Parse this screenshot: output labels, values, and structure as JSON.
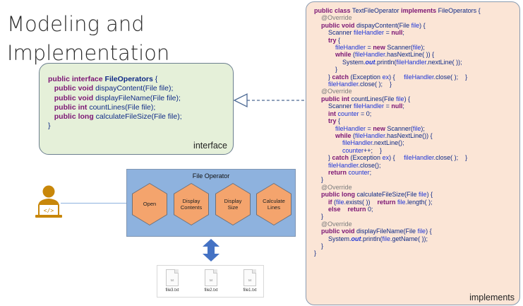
{
  "title": [
    "Modeling and",
    "Implementation"
  ],
  "interface": {
    "tag": "interface",
    "lines": [
      {
        "kw": "public interface ",
        "bold": "FileOperators",
        "rest": " {"
      },
      {
        "kw": "   public void ",
        "rest": "dispayContent(File file);"
      },
      {
        "kw": "   public void ",
        "rest": "displayFileName(File file);"
      },
      {
        "kw": "   public int ",
        "rest": "countLines(File file);"
      },
      {
        "kw": "   public long ",
        "rest": "calculateFileSize(File file);"
      },
      {
        "rest": "}"
      }
    ]
  },
  "implementation": {
    "tag": "implements",
    "code": [
      [
        [
          "k",
          "public class "
        ],
        [
          "t",
          "TextFileOperator "
        ],
        [
          "k",
          "implements "
        ],
        [
          "t",
          "FileOperators {"
        ]
      ],
      [
        [
          "t",
          "    "
        ],
        [
          "a",
          "@Override"
        ]
      ],
      [
        [
          "t",
          "    "
        ],
        [
          "k",
          "public void "
        ],
        [
          "t",
          "dispayContent(File "
        ],
        [
          "v",
          "file"
        ],
        [
          "t",
          ") {"
        ]
      ],
      [
        [
          "t",
          "        Scanner "
        ],
        [
          "v",
          "fileHandler"
        ],
        [
          "t",
          " = "
        ],
        [
          "k",
          "null"
        ],
        [
          "t",
          ";"
        ]
      ],
      [
        [
          "t",
          "        "
        ],
        [
          "k",
          "try"
        ],
        [
          "t",
          " {"
        ]
      ],
      [
        [
          "t",
          "            "
        ],
        [
          "v",
          "fileHandler"
        ],
        [
          "t",
          " = "
        ],
        [
          "k",
          "new "
        ],
        [
          "t",
          "Scanner("
        ],
        [
          "v",
          "file"
        ],
        [
          "t",
          ");"
        ]
      ],
      [
        [
          "t",
          "            "
        ],
        [
          "k",
          "while "
        ],
        [
          "t",
          "("
        ],
        [
          "v",
          "fileHandler"
        ],
        [
          "t",
          ".hasNextLine( )) {"
        ]
      ],
      [
        [
          "t",
          "                System."
        ],
        [
          "f",
          "out"
        ],
        [
          "t",
          ".println("
        ],
        [
          "v",
          "fileHandler"
        ],
        [
          "t",
          ".nextLine( ));"
        ]
      ],
      [
        [
          "t",
          "            }"
        ]
      ],
      [
        [
          "t",
          "        } "
        ],
        [
          "k",
          "catch "
        ],
        [
          "t",
          "(Exception "
        ],
        [
          "v",
          "ex"
        ],
        [
          "t",
          ") {     "
        ],
        [
          "v",
          "fileHandler"
        ],
        [
          "t",
          ".close( );    }"
        ]
      ],
      [
        [
          "t",
          "        "
        ],
        [
          "v",
          "fileHandler"
        ],
        [
          "t",
          ".close( );    }"
        ]
      ],
      [
        [
          "t",
          "    "
        ],
        [
          "a",
          "@Override"
        ]
      ],
      [
        [
          "t",
          "    "
        ],
        [
          "k",
          "public int "
        ],
        [
          "t",
          "countLines(File "
        ],
        [
          "v",
          "file"
        ],
        [
          "t",
          ") {"
        ]
      ],
      [
        [
          "t",
          "        Scanner "
        ],
        [
          "v",
          "fileHandler"
        ],
        [
          "t",
          " = "
        ],
        [
          "k",
          "null"
        ],
        [
          "t",
          ";"
        ]
      ],
      [
        [
          "t",
          "        "
        ],
        [
          "k",
          "int "
        ],
        [
          "v",
          "counter"
        ],
        [
          "t",
          " = 0;"
        ]
      ],
      [
        [
          "t",
          "        "
        ],
        [
          "k",
          "try"
        ],
        [
          "t",
          " {"
        ]
      ],
      [
        [
          "t",
          "            "
        ],
        [
          "v",
          "fileHandler"
        ],
        [
          "t",
          " = "
        ],
        [
          "k",
          "new "
        ],
        [
          "t",
          "Scanner("
        ],
        [
          "v",
          "file"
        ],
        [
          "t",
          ");"
        ]
      ],
      [
        [
          "t",
          "            "
        ],
        [
          "k",
          "while "
        ],
        [
          "t",
          "("
        ],
        [
          "v",
          "fileHandler"
        ],
        [
          "t",
          ".hasNextLine()) {"
        ]
      ],
      [
        [
          "t",
          "                "
        ],
        [
          "v",
          "fileHandler"
        ],
        [
          "t",
          ".nextLine();"
        ]
      ],
      [
        [
          "t",
          "                "
        ],
        [
          "v",
          "counter"
        ],
        [
          "t",
          "++;    }"
        ]
      ],
      [
        [
          "t",
          "        } "
        ],
        [
          "k",
          "catch "
        ],
        [
          "t",
          "(Exception "
        ],
        [
          "v",
          "ex"
        ],
        [
          "t",
          ") {     "
        ],
        [
          "v",
          "fileHandler"
        ],
        [
          "t",
          ".close( );    }"
        ]
      ],
      [
        [
          "t",
          "        "
        ],
        [
          "v",
          "fileHandler"
        ],
        [
          "t",
          ".close();"
        ]
      ],
      [
        [
          "t",
          "        "
        ],
        [
          "k",
          "return "
        ],
        [
          "v",
          "counter"
        ],
        [
          "t",
          ";"
        ]
      ],
      [
        [
          "t",
          "    }"
        ]
      ],
      [
        [
          "t",
          "    "
        ],
        [
          "a",
          "@Override"
        ]
      ],
      [
        [
          "t",
          "    "
        ],
        [
          "k",
          "public long "
        ],
        [
          "t",
          "calculateFileSize(File "
        ],
        [
          "v",
          "file"
        ],
        [
          "t",
          ") {"
        ]
      ],
      [
        [
          "t",
          "        "
        ],
        [
          "k",
          "if "
        ],
        [
          "t",
          "("
        ],
        [
          "v",
          "file"
        ],
        [
          "t",
          ".exists( ))    "
        ],
        [
          "k",
          "return "
        ],
        [
          "v",
          "file"
        ],
        [
          "t",
          ".length( );"
        ]
      ],
      [
        [
          "t",
          "        "
        ],
        [
          "k",
          "else    return "
        ],
        [
          "t",
          "0;"
        ]
      ],
      [
        [
          "t",
          "    }"
        ]
      ],
      [
        [
          "t",
          "    "
        ],
        [
          "a",
          "@Override"
        ]
      ],
      [
        [
          "t",
          "    "
        ],
        [
          "k",
          "public void "
        ],
        [
          "t",
          "displayFileName(File "
        ],
        [
          "v",
          "file"
        ],
        [
          "t",
          ") {"
        ]
      ],
      [
        [
          "t",
          "        System."
        ],
        [
          "f",
          "out"
        ],
        [
          "t",
          ".println("
        ],
        [
          "v",
          "file"
        ],
        [
          "t",
          ".getName( ));"
        ]
      ],
      [
        [
          "t",
          "    }"
        ]
      ],
      [
        [
          "t",
          "}"
        ]
      ]
    ]
  },
  "file_operator": {
    "title": "File Operator",
    "ops": [
      "Open",
      "Display Contents",
      "Display Size",
      "Calculate Lines"
    ]
  },
  "files": [
    {
      "ext": "txt",
      "name": "file3.txt"
    },
    {
      "ext": "txt",
      "name": "file2.txt"
    },
    {
      "ext": "txt",
      "name": "file1.txt"
    }
  ],
  "icons": {
    "user": "developer-user-icon",
    "arrow": "up-down-arrow-icon"
  },
  "colors": {
    "interface_bg": "#e5f0d9",
    "implementation_bg": "#fbe5d6",
    "file_operator_bg": "#8eb2de",
    "hexagon": "#f4a46d",
    "keyword": "#7b1574",
    "code_text": "#0f2a86",
    "user_icon": "#c8870a",
    "arrow": "#4472c4"
  }
}
